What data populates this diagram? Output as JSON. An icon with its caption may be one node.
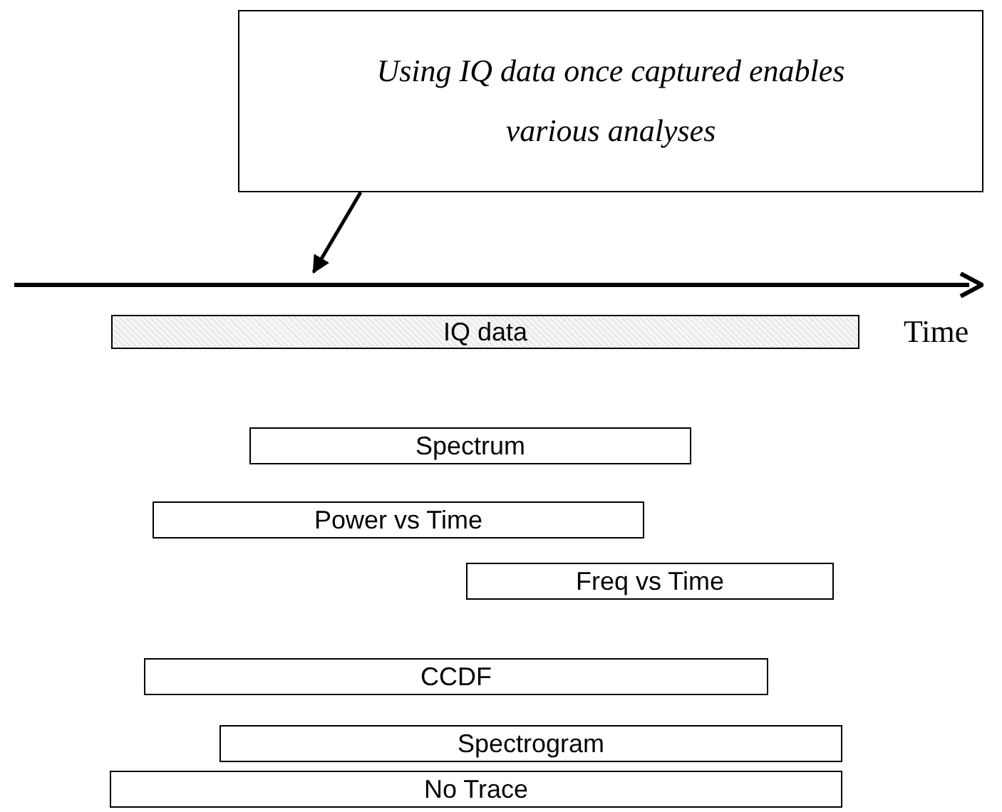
{
  "diagram": {
    "nodes": [
      {
        "text": [
          "Using IQ data once captured enables various analyses"
        ]
      },
      {
        "text": [],
        "shape": "arrow"
      },
      {
        "text": [
          "IQ data"
        ]
      },
      {
        "text": [
          "Spectrum"
        ]
      },
      {
        "text": [
          "Power vs Time"
        ]
      },
      {
        "text": [
          "Freq vs Time"
        ]
      },
      {
        "text": [
          "CCDF"
        ]
      },
      {
        "text": [
          "Spectrogram"
        ]
      },
      {
        "text": [
          "No Trace"
        ]
      }
    ],
    "edges": [
      {
        "from": 0,
        "to": 1,
        "arrow": "to"
      }
    ],
    "labels": [
      "Time"
    ]
  }
}
